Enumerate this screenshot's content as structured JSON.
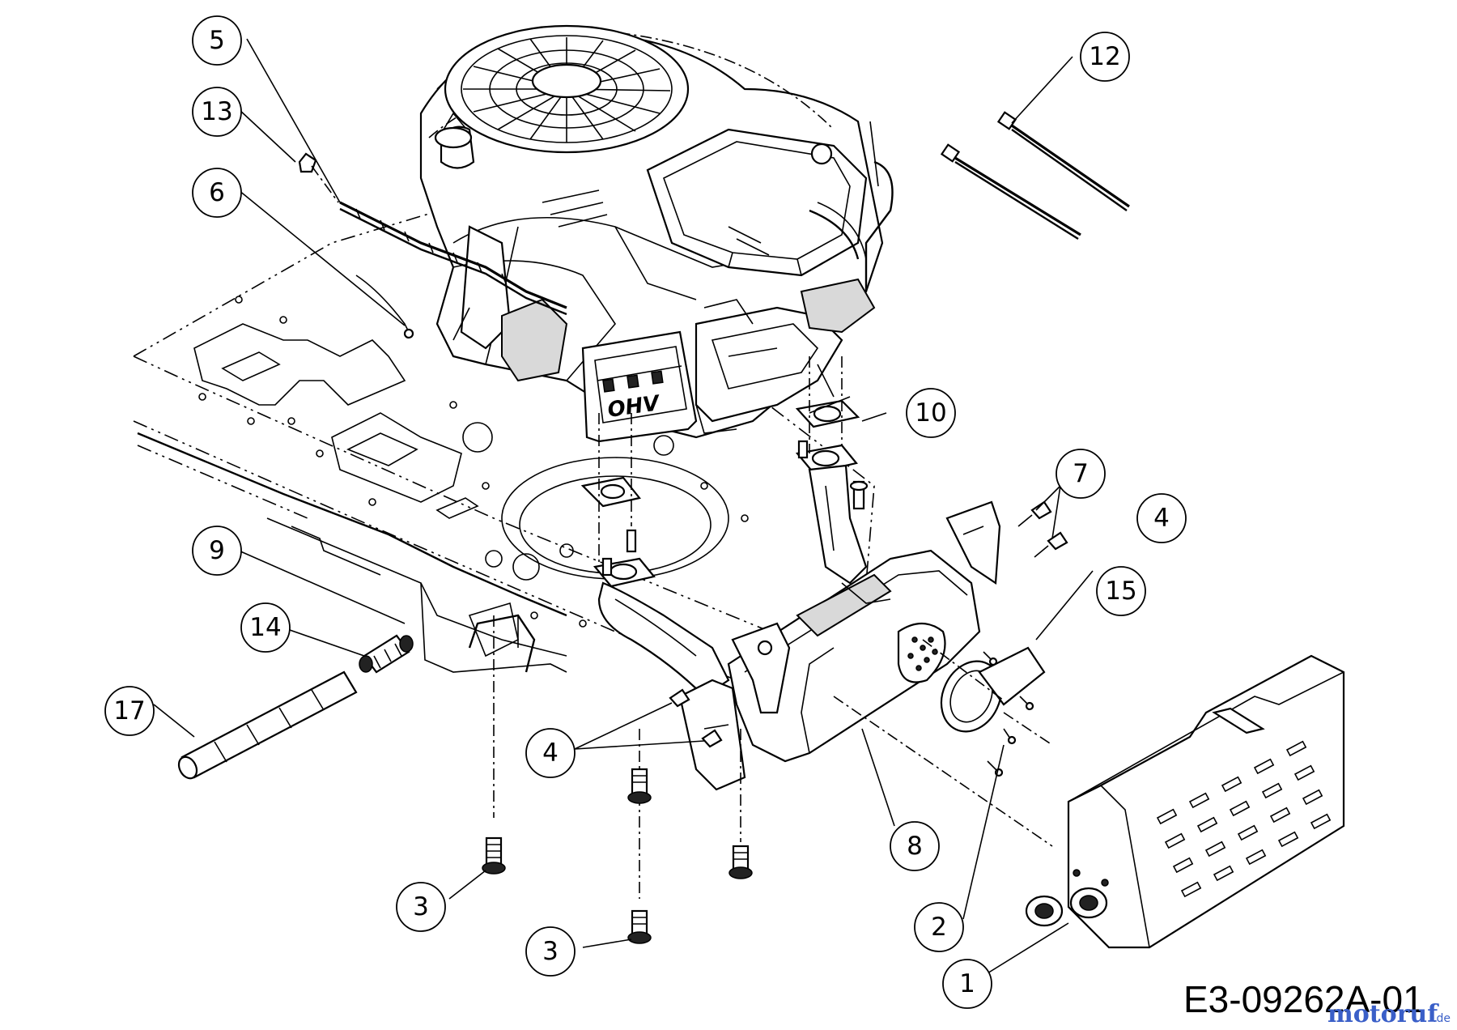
{
  "diagram_code": "E3-09262A-01",
  "watermark": {
    "brand": "motoruf",
    "suffix": ".de",
    "colors": [
      "#3a5fc8",
      "#e0531f"
    ]
  },
  "engine_logo": "OHV",
  "callouts": [
    {
      "id": "c1",
      "label": "1"
    },
    {
      "id": "c2",
      "label": "2"
    },
    {
      "id": "c3a",
      "label": "3"
    },
    {
      "id": "c3b",
      "label": "3"
    },
    {
      "id": "c4a",
      "label": "4"
    },
    {
      "id": "c4b",
      "label": "4"
    },
    {
      "id": "c5",
      "label": "5"
    },
    {
      "id": "c6",
      "label": "6"
    },
    {
      "id": "c7",
      "label": "7"
    },
    {
      "id": "c8",
      "label": "8"
    },
    {
      "id": "c9",
      "label": "9"
    },
    {
      "id": "c10",
      "label": "10"
    },
    {
      "id": "c12",
      "label": "12"
    },
    {
      "id": "c13",
      "label": "13"
    },
    {
      "id": "c14",
      "label": "14"
    },
    {
      "id": "c15",
      "label": "15"
    },
    {
      "id": "c17",
      "label": "17"
    }
  ]
}
